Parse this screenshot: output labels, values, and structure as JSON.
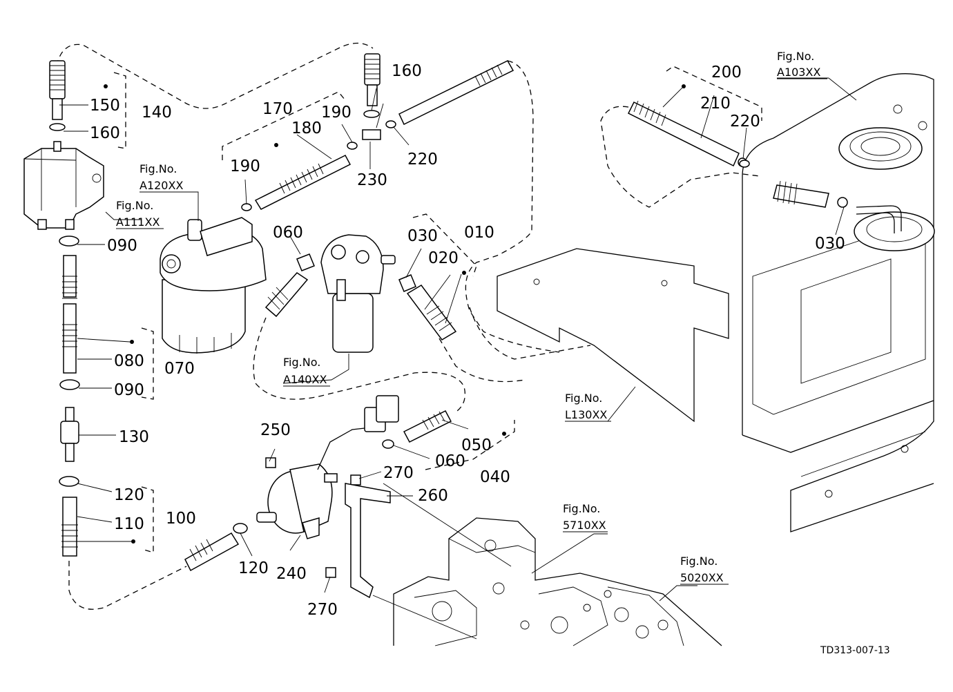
{
  "document_id": "TD313-007-13",
  "fig_word": "Fig.No.",
  "fig_refs": {
    "a103": "A103XX",
    "a120": "A120XX",
    "a111": "A111XX",
    "a140": "A140XX",
    "l130": "L130XX",
    "f5710": "5710XX",
    "f5020": "5020XX"
  },
  "callouts": {
    "p010": "010",
    "p020": "020",
    "p030a": "030",
    "p030b": "030",
    "p040": "040",
    "p050": "050",
    "p060a": "060",
    "p060b": "060",
    "p070": "070",
    "p080": "080",
    "p090a": "090",
    "p090b": "090",
    "p100": "100",
    "p110": "110",
    "p120a": "120",
    "p120b": "120",
    "p130": "130",
    "p140": "140",
    "p150": "150",
    "p160a": "160",
    "p160b": "160",
    "p170": "170",
    "p180": "180",
    "p190a": "190",
    "p190b": "190",
    "p200": "200",
    "p210": "210",
    "p220a": "220",
    "p220b": "220",
    "p230": "230",
    "p240": "240",
    "p250": "250",
    "p260": "260",
    "p270a": "270",
    "p270b": "270"
  }
}
